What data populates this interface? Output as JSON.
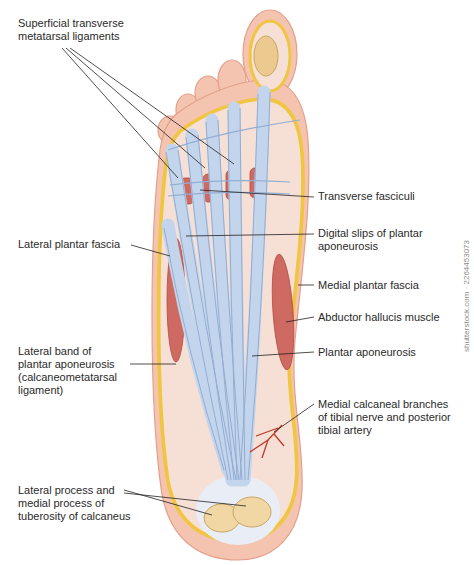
{
  "diagram": {
    "labels": [
      "Superficial transverse metatarsal ligaments",
      "Transverse fasciculi",
      "Digital slips of plantar aponeurosis",
      "Lateral plantar fascia",
      "Medial plantar fascia",
      "Abductor hallucis muscle",
      "Plantar aponeurosis",
      "Lateral band of plantar aponeurosis (calcaneometatarsal ligament)",
      "Medial calcaneal branches of tibial nerve and posterior tibial artery",
      "Lateral process and medial process of tuberosity of calcaneus",
      "shutterstock.com · 2264453073"
    ]
  }
}
